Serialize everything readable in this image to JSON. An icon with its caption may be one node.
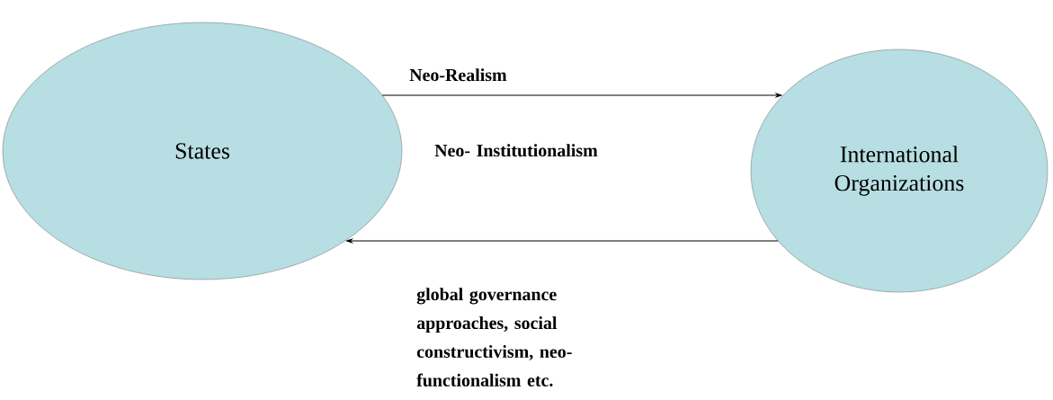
{
  "diagram": {
    "nodes": [
      {
        "text": [
          "States"
        ]
      },
      {
        "text": [
          "International Organizations"
        ]
      }
    ],
    "edges": [
      {
        "from": 0,
        "to": 1,
        "arrow": "to",
        "label": "Neo-Realism"
      },
      {
        "from": 1,
        "to": 0,
        "arrow": "to",
        "label": "Neo- Institutionalism"
      }
    ],
    "labels": [
      "global governance approaches, social constructivism, neo- functionalism etc."
    ]
  }
}
